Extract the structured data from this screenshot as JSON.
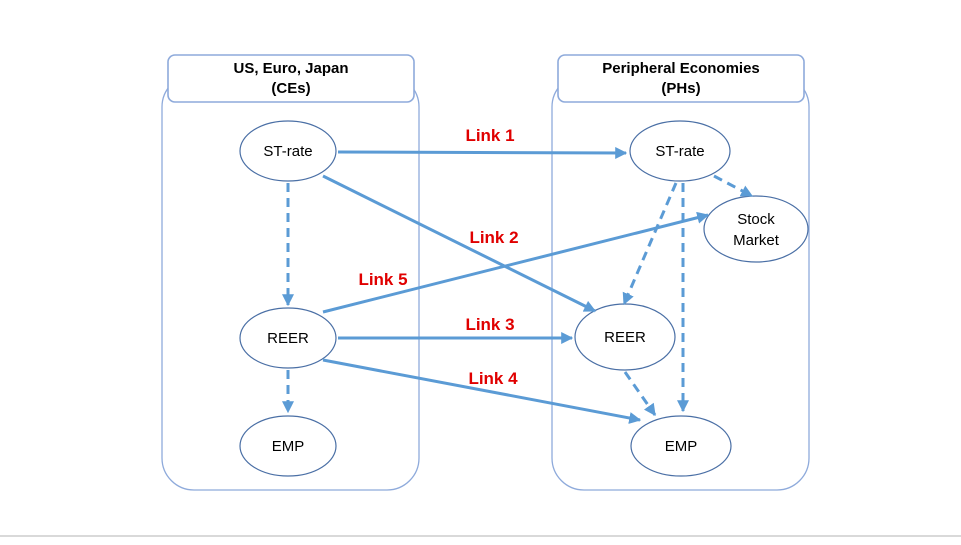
{
  "colors": {
    "arrow": "#5b9bd5",
    "panel_border": "#8eaadb",
    "link_label": "#e00000"
  },
  "left_group": {
    "title_line1": "US, Euro, Japan",
    "title_line2": "(CEs)"
  },
  "right_group": {
    "title_line1": "Peripheral Economies",
    "title_line2": "(PHs)"
  },
  "nodes": {
    "ce_st_rate": "ST-rate",
    "ce_reer": "REER",
    "ce_emp": "EMP",
    "ph_st_rate": "ST-rate",
    "ph_stock_line1": "Stock",
    "ph_stock_line2": "Market",
    "ph_reer": "REER",
    "ph_emp": "EMP"
  },
  "links": {
    "link1": "Link 1",
    "link2": "Link 2",
    "link3": "Link 3",
    "link4": "Link 4",
    "link5": "Link 5"
  }
}
